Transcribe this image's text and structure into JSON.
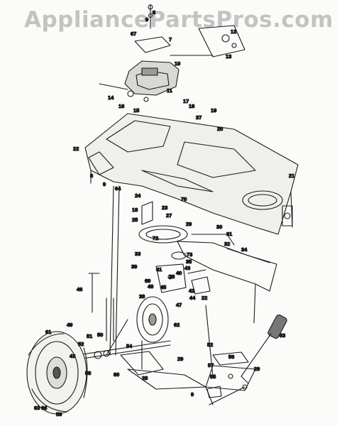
{
  "watermark": "AppliancePartsPros.com",
  "colors": {
    "ink": "#1a1a1a",
    "paper": "#fbfbf9",
    "watermark": "#969696"
  },
  "callouts": [
    "8",
    "9",
    "67",
    "12",
    "7",
    "13",
    "10",
    "14",
    "11",
    "16",
    "15",
    "17",
    "18",
    "37",
    "19",
    "20",
    "22",
    "8",
    "9",
    "21",
    "64",
    "24",
    "70",
    "18",
    "23",
    "27",
    "25",
    "72",
    "29",
    "30",
    "31",
    "32",
    "34",
    "33",
    "73",
    "35",
    "39",
    "43",
    "41",
    "40",
    "36",
    "69",
    "46",
    "48",
    "38",
    "45",
    "42",
    "44",
    "22",
    "47",
    "62",
    "61",
    "49",
    "50",
    "51",
    "52",
    "43",
    "58",
    "54",
    "53",
    "52",
    "63",
    "66",
    "59",
    "60",
    "29",
    "28",
    "57",
    "55",
    "56",
    "29",
    "9"
  ]
}
